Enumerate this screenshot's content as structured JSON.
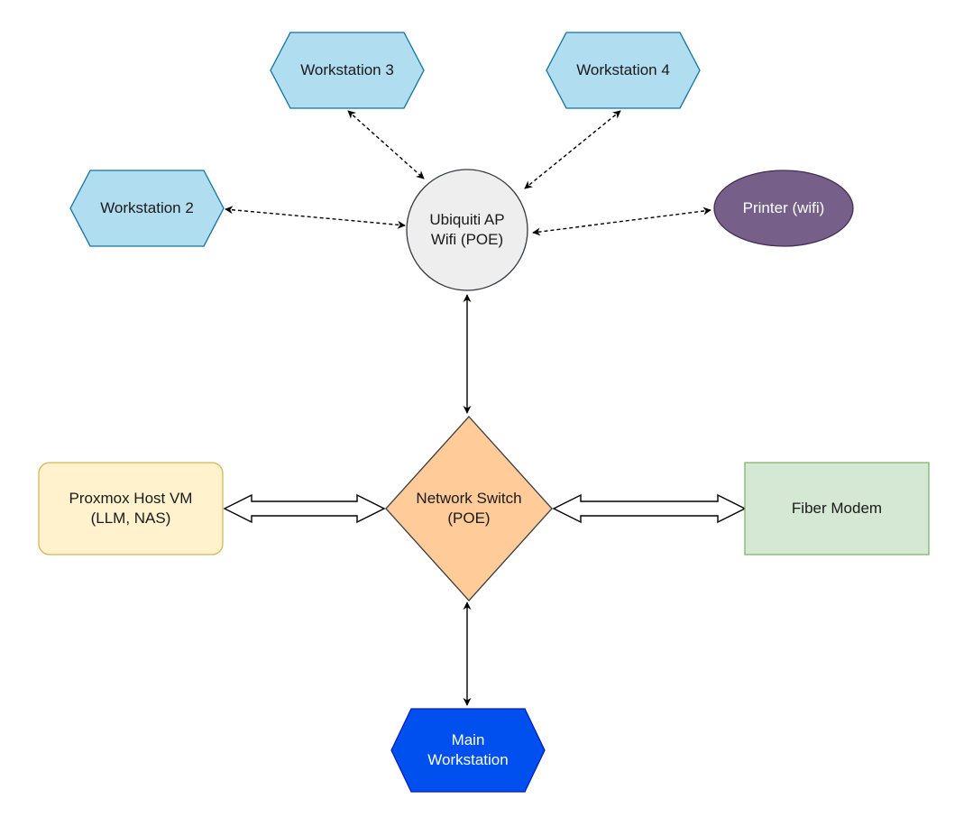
{
  "diagram": {
    "nodes": [
      {
        "id": "workstation-3",
        "shape": "hexagon",
        "lines": [
          "Workstation 3"
        ],
        "fill": "#b1ddf0",
        "stroke": "#10739e",
        "text_color": "#1a1a1a"
      },
      {
        "id": "workstation-4",
        "shape": "hexagon",
        "lines": [
          "Workstation 4"
        ],
        "fill": "#b1ddf0",
        "stroke": "#10739e",
        "text_color": "#1a1a1a"
      },
      {
        "id": "workstation-2",
        "shape": "hexagon",
        "lines": [
          "Workstation 2"
        ],
        "fill": "#b1ddf0",
        "stroke": "#10739e",
        "text_color": "#1a1a1a"
      },
      {
        "id": "ubiquiti-ap",
        "shape": "circle",
        "lines": [
          "Ubiquiti AP",
          "Wifi (POE)"
        ],
        "fill": "#eeeeee",
        "stroke": "#36393d",
        "text_color": "#1a1a1a"
      },
      {
        "id": "printer",
        "shape": "ellipse",
        "lines": [
          "Printer (wifi)"
        ],
        "fill": "#76608a",
        "stroke": "#432d57",
        "text_color": "#ffffff"
      },
      {
        "id": "network-switch",
        "shape": "diamond",
        "lines": [
          "Network Switch",
          "(POE)"
        ],
        "fill": "#ffcc99",
        "stroke": "#36393d",
        "text_color": "#1a1a1a"
      },
      {
        "id": "proxmox-host",
        "shape": "rounded-rect",
        "lines": [
          "Proxmox Host VM",
          "(LLM, NAS)"
        ],
        "fill": "#fff2cc",
        "stroke": "#d6b656",
        "text_color": "#1a1a1a"
      },
      {
        "id": "fiber-modem",
        "shape": "rect",
        "lines": [
          "Fiber Modem"
        ],
        "fill": "#d5e8d4",
        "stroke": "#82b366",
        "text_color": "#1a1a1a"
      },
      {
        "id": "main-workstation",
        "shape": "hexagon",
        "lines": [
          "Main",
          "Workstation"
        ],
        "fill": "#0050ef",
        "stroke": "#001dbc",
        "text_color": "#ffffff"
      }
    ],
    "edges": [
      {
        "from": "workstation-3",
        "to": "ubiquiti-ap",
        "style": "dashed",
        "arrows": "both"
      },
      {
        "from": "workstation-4",
        "to": "ubiquiti-ap",
        "style": "dashed",
        "arrows": "both"
      },
      {
        "from": "workstation-2",
        "to": "ubiquiti-ap",
        "style": "dashed",
        "arrows": "both"
      },
      {
        "from": "printer",
        "to": "ubiquiti-ap",
        "style": "dashed",
        "arrows": "both"
      },
      {
        "from": "ubiquiti-ap",
        "to": "network-switch",
        "style": "solid",
        "arrows": "both"
      },
      {
        "from": "network-switch",
        "to": "main-workstation",
        "style": "solid",
        "arrows": "both"
      },
      {
        "from": "proxmox-host",
        "to": "network-switch",
        "style": "block",
        "arrows": "both"
      },
      {
        "from": "network-switch",
        "to": "fiber-modem",
        "style": "block",
        "arrows": "both"
      }
    ]
  }
}
